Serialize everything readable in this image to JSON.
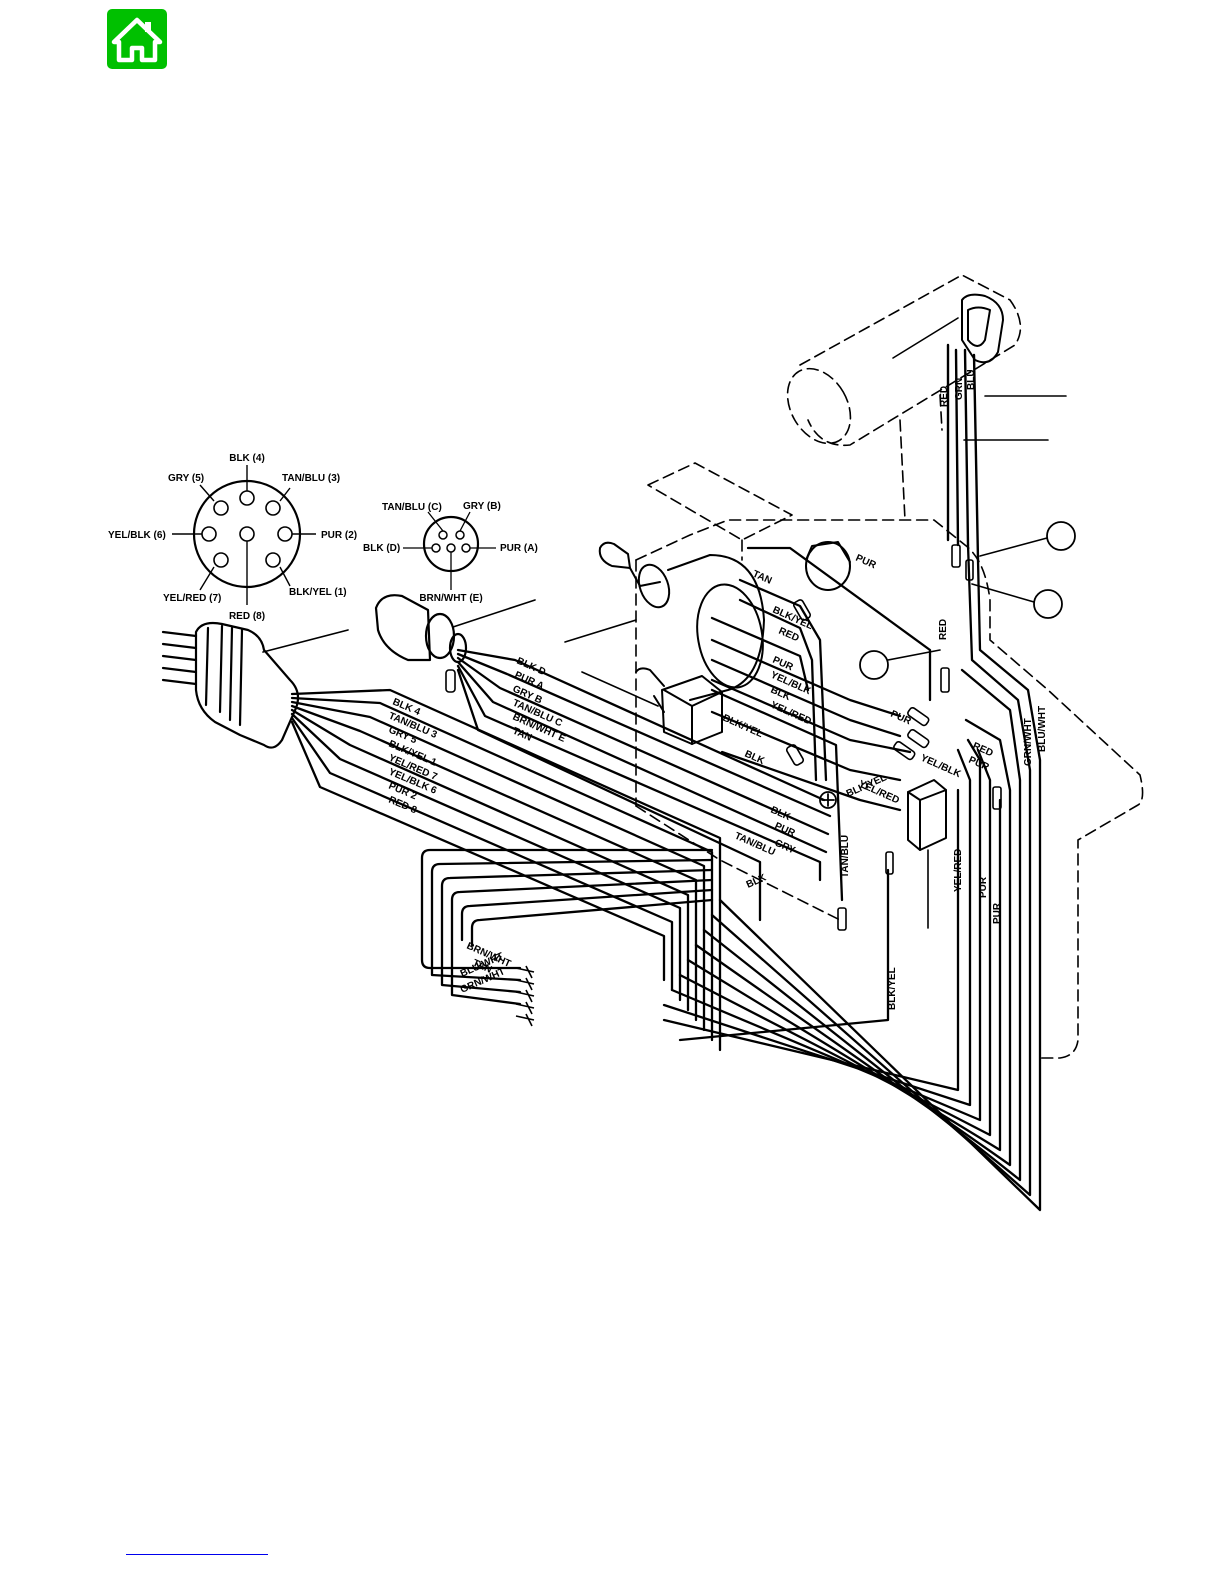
{
  "nav": {
    "home_icon": "home-icon",
    "home_color": "#00c000"
  },
  "diagram": {
    "pin_connector_8": [
      {
        "id": "4",
        "label": "BLK (4)"
      },
      {
        "id": "3",
        "label": "TAN/BLU (3)"
      },
      {
        "id": "2",
        "label": "PUR (2)"
      },
      {
        "id": "1",
        "label": "BLK/YEL (1)"
      },
      {
        "id": "8",
        "label": "RED (8)"
      },
      {
        "id": "7",
        "label": "YEL/RED (7)"
      },
      {
        "id": "6",
        "label": "YEL/BLK (6)"
      },
      {
        "id": "5",
        "label": "GRY (5)"
      }
    ],
    "pin_connector_5": [
      {
        "id": "C",
        "label": "TAN/BLU (C)"
      },
      {
        "id": "B",
        "label": "GRY (B)"
      },
      {
        "id": "A",
        "label": "PUR (A)"
      },
      {
        "id": "E",
        "label": "BRN/WHT (E)"
      },
      {
        "id": "D",
        "label": "BLK (D)"
      }
    ],
    "harness_8_wires": [
      "BLK 4",
      "TAN/BLU 3",
      "GRY 5",
      "BLK/YEL 1",
      "YEL/RED 7",
      "YEL/BLK 6",
      "PUR 2",
      "RED 8"
    ],
    "harness_5_wires": [
      "BLK D",
      "PUR A",
      "GRY B",
      "TAN/BLU C",
      "BRN/WHT E",
      "TAN"
    ],
    "ignition_wires": [
      "TAN",
      "PUR",
      "BLK/YEL",
      "RED",
      "PUR",
      "YEL/BLK",
      "BLK",
      "YEL/RED"
    ],
    "switch_wires": [
      "BLK/YEL",
      "BLK"
    ],
    "center_wires": [
      "YEL/RED",
      "BLK/YEL",
      "BLK",
      "PUR",
      "GRY",
      "TAN/BLU",
      "BLK",
      "TAN/BLU"
    ],
    "handle_wires": [
      "RED",
      "GRN",
      "BLU"
    ],
    "right_wires": [
      "RED",
      "PUR",
      "YEL/BLK",
      "RED",
      "PUR",
      "GRN/WHT",
      "BLU/WHT",
      "YEL/RED",
      "PUR",
      "PUR",
      "BLK/YEL"
    ],
    "trailing_wires": [
      "BRN/WHT",
      "TAN",
      "BLU/WHT",
      "GRN/WHT"
    ]
  }
}
